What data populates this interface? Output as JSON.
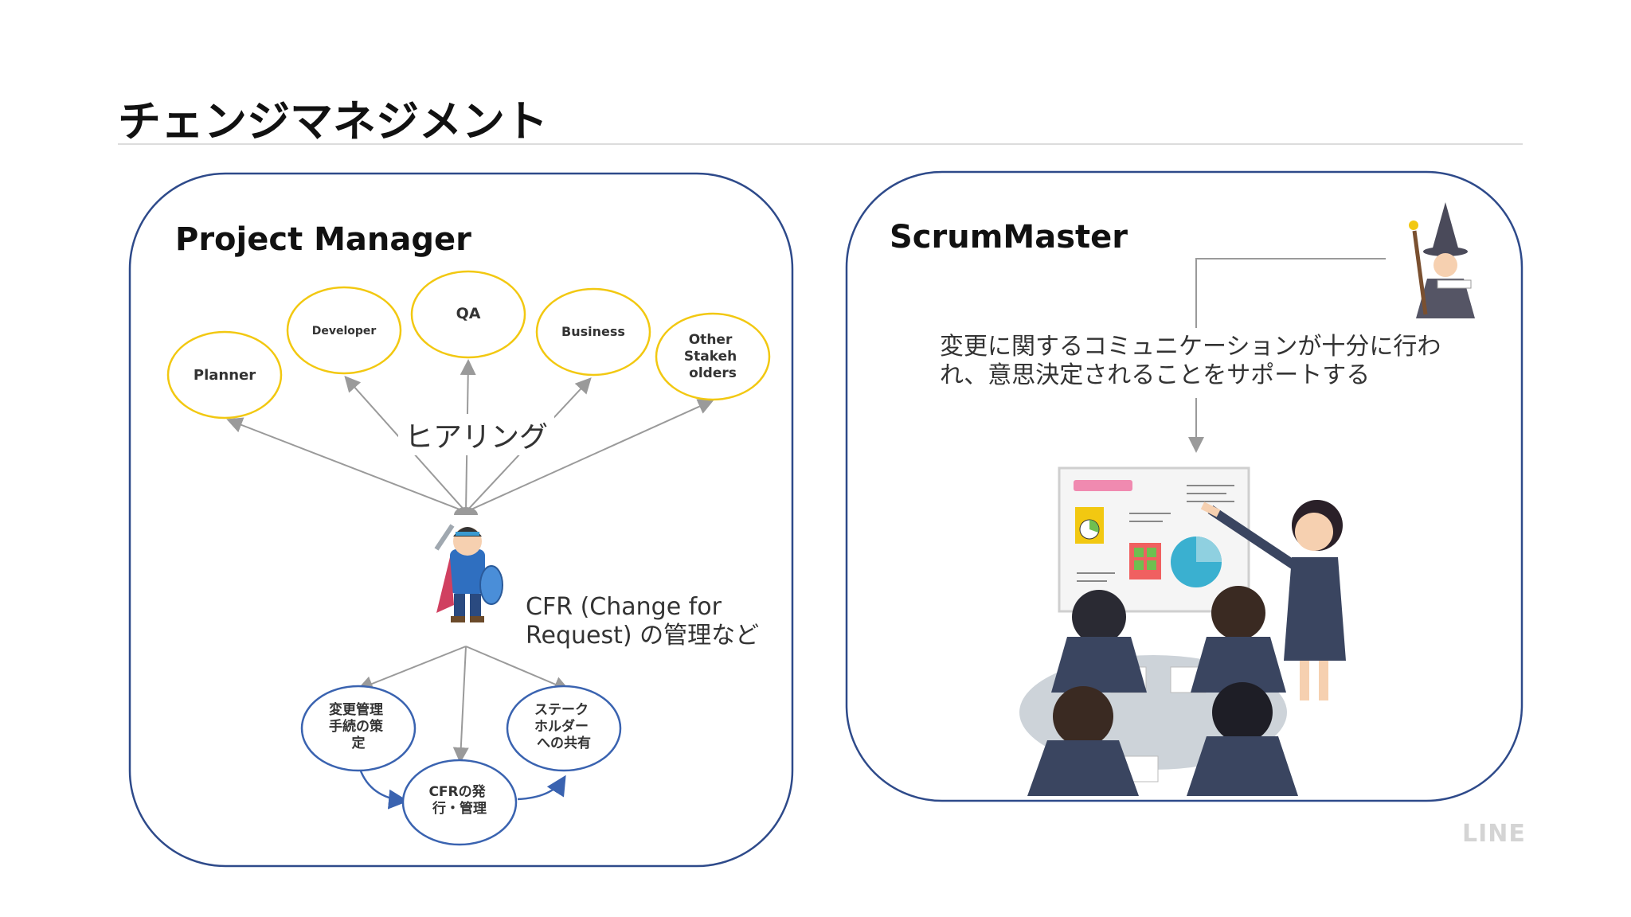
{
  "slide": {
    "title": "チェンジマネジメント",
    "logo": "LINE"
  },
  "pm": {
    "heading": "Project Manager",
    "stakeholders": [
      {
        "label": "Planner"
      },
      {
        "label": "Developer"
      },
      {
        "label": "QA"
      },
      {
        "label": "Business"
      },
      {
        "label": "Other\nStakeh\nolders"
      }
    ],
    "hearing": "ヒアリング",
    "cfr_line1": "CFR (Change for",
    "cfr_line2": "Request) の管理など",
    "steps": [
      {
        "label": "変更管理\n手続の策\n定"
      },
      {
        "label": "CFRの発\n行・管理"
      },
      {
        "label": "ステーク\nホルダー\nへの共有"
      }
    ]
  },
  "sm": {
    "heading": "ScrumMaster",
    "support_line1": "変更に関するコミュニケーションが十分に行わ",
    "support_line2": "れ、意思決定されることをサポートする"
  },
  "colors": {
    "stakeholder_border": "#F2C811",
    "step_border": "#3A63B0",
    "panel_border": "#2E4A8A",
    "arrow_gray": "#9a9a9a",
    "arrow_blue": "#3A63B0"
  }
}
